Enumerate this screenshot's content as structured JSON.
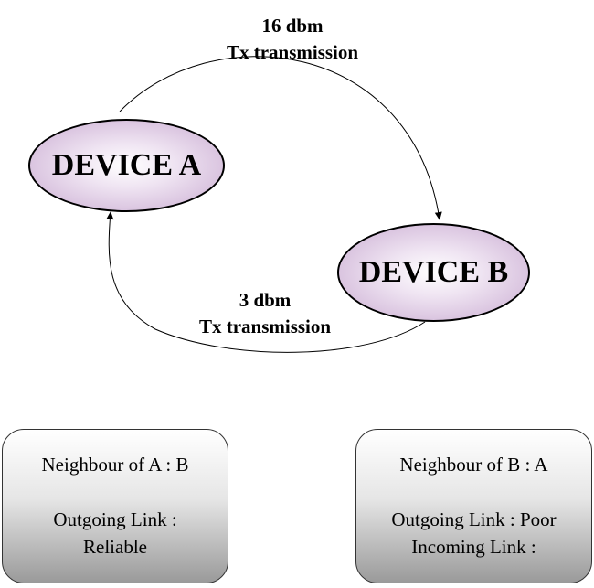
{
  "nodes": {
    "a": {
      "label": "DEVICE A"
    },
    "b": {
      "label": "DEVICE B"
    }
  },
  "edges": {
    "a_to_b": {
      "power": "16 dbm",
      "mode": "Tx transmission"
    },
    "b_to_a": {
      "power": "3 dbm",
      "mode": "Tx transmission"
    }
  },
  "boxes": {
    "a": {
      "neighbour": "Neighbour of A : B",
      "outgoing_label": "Outgoing Link :",
      "outgoing_value": "Reliable"
    },
    "b": {
      "neighbour": "Neighbour of B : A",
      "outgoing": "Outgoing Link : Poor",
      "incoming": "Incoming Link :"
    }
  }
}
